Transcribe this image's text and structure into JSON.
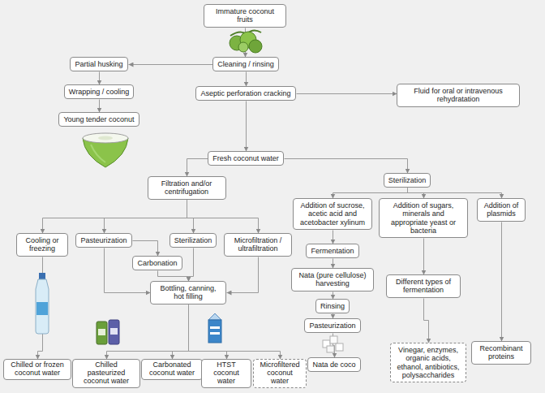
{
  "diagram": {
    "nodes": [
      {
        "text": [
          "Immature coconut fruits"
        ]
      },
      {
        "text": [
          "Cleaning / rinsing"
        ]
      },
      {
        "text": [
          "Partial husking"
        ]
      },
      {
        "text": [
          "Wrapping / cooling"
        ]
      },
      {
        "text": [
          "Young tender coconut"
        ]
      },
      {
        "text": [
          "Aseptic perforation cracking"
        ]
      },
      {
        "text": [
          "Fluid for oral or intravenous rehydratation"
        ]
      },
      {
        "text": [
          "Fresh coconut water"
        ]
      },
      {
        "text": [
          "Filtration and/or centrifugation"
        ]
      },
      {
        "text": [
          "Sterilization"
        ]
      },
      {
        "text": [
          "Addition of sucrose, acetic acid and acetobacter xylinum"
        ]
      },
      {
        "text": [
          "Addition of sugars, minerals and appropriate yeast or bacteria"
        ]
      },
      {
        "text": [
          "Addition of plasmids"
        ]
      },
      {
        "text": [
          "Cooling or freezing"
        ]
      },
      {
        "text": [
          "Pasteurization"
        ]
      },
      {
        "text": [
          "Carbonation"
        ]
      },
      {
        "text": [
          "Sterilization"
        ]
      },
      {
        "text": [
          "Microfiltration / ultrafiltration"
        ]
      },
      {
        "text": [
          "Fermentation"
        ]
      },
      {
        "text": [
          "Nata (pure cellulose) harvesting"
        ]
      },
      {
        "text": [
          "Rinsing"
        ]
      },
      {
        "text": [
          "Pasteurization"
        ]
      },
      {
        "text": [
          "Different types of fermentation"
        ]
      },
      {
        "text": [
          "Bottling, canning, hot filling"
        ]
      },
      {
        "text": [
          "Chilled or frozen coconut water"
        ]
      },
      {
        "text": [
          "Chilled pasteurized coconut water"
        ]
      },
      {
        "text": [
          "Carbonated coconut water"
        ]
      },
      {
        "text": [
          "HTST coconut water"
        ]
      },
      {
        "text": [
          "Microfiltered coconut water"
        ]
      },
      {
        "text": [
          "Nata de coco"
        ]
      },
      {
        "text": [
          "Vinegar, enzymes, organic acids, ethanol, antibiotics, polysaccharides"
        ]
      },
      {
        "text": [
          "Recombinant proteins"
        ]
      }
    ],
    "edges": [
      {
        "from": 0,
        "to": 1,
        "arrow": "to"
      },
      {
        "from": 1,
        "to": 2,
        "arrow": "to"
      },
      {
        "from": 2,
        "to": 3,
        "arrow": "to"
      },
      {
        "from": 3,
        "to": 4,
        "arrow": "to"
      },
      {
        "from": 1,
        "to": 5,
        "arrow": "to"
      },
      {
        "from": 5,
        "to": 6,
        "arrow": "to"
      },
      {
        "from": 5,
        "to": 7,
        "arrow": "to"
      },
      {
        "from": 7,
        "to": 8,
        "arrow": "to"
      },
      {
        "from": 7,
        "to": 9,
        "arrow": "to"
      },
      {
        "from": 8,
        "to": 13,
        "arrow": "to"
      },
      {
        "from": 8,
        "to": 14,
        "arrow": "to"
      },
      {
        "from": 8,
        "to": 16,
        "arrow": "to"
      },
      {
        "from": 8,
        "to": 17,
        "arrow": "to"
      },
      {
        "from": 14,
        "to": 15,
        "arrow": "to"
      },
      {
        "from": 14,
        "to": 23,
        "arrow": "to"
      },
      {
        "from": 15,
        "to": 23,
        "arrow": "to"
      },
      {
        "from": 16,
        "to": 23,
        "arrow": "to"
      },
      {
        "from": 17,
        "to": 23,
        "arrow": "to"
      },
      {
        "from": 13,
        "to": 24,
        "arrow": "to"
      },
      {
        "from": 23,
        "to": 25,
        "arrow": "to"
      },
      {
        "from": 23,
        "to": 26,
        "arrow": "to"
      },
      {
        "from": 23,
        "to": 27,
        "arrow": "to"
      },
      {
        "from": 23,
        "to": 28,
        "arrow": "to"
      },
      {
        "from": 9,
        "to": 10,
        "arrow": "to"
      },
      {
        "from": 9,
        "to": 11,
        "arrow": "to"
      },
      {
        "from": 9,
        "to": 12,
        "arrow": "to"
      },
      {
        "from": 10,
        "to": 18,
        "arrow": "to"
      },
      {
        "from": 18,
        "to": 19,
        "arrow": "to"
      },
      {
        "from": 19,
        "to": 20,
        "arrow": "to"
      },
      {
        "from": 20,
        "to": 21,
        "arrow": "to"
      },
      {
        "from": 21,
        "to": 29,
        "arrow": "to"
      },
      {
        "from": 11,
        "to": 22,
        "arrow": "to"
      },
      {
        "from": 22,
        "to": 30,
        "arrow": "to"
      },
      {
        "from": 12,
        "to": 31,
        "arrow": "to"
      }
    ]
  }
}
